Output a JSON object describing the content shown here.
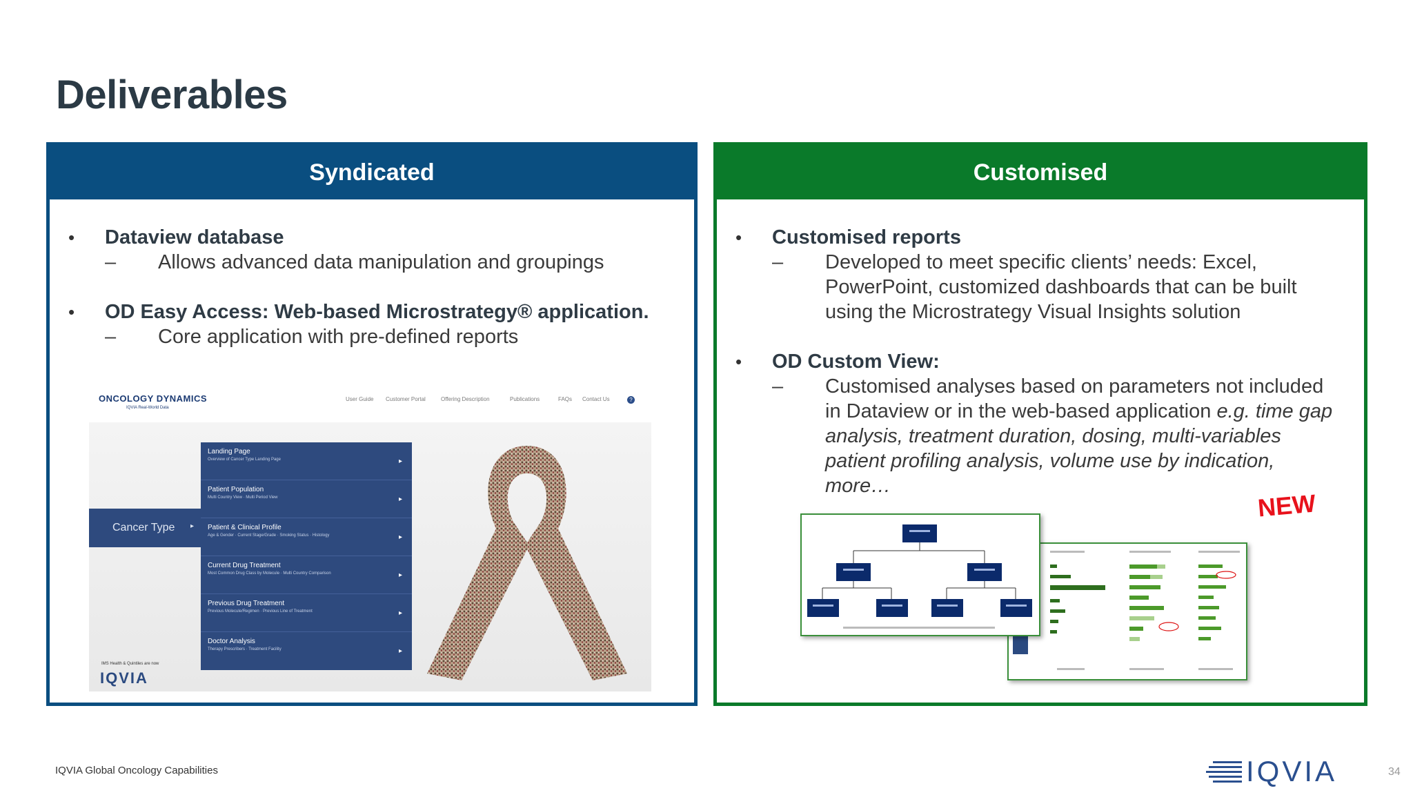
{
  "title": "Deliverables",
  "syndicated": {
    "heading": "Syndicated",
    "bullet_glyph": "•",
    "dash_glyph": "–",
    "b1": "Dataview database",
    "b1_sub": "Allows advanced data manipulation and groupings",
    "b2": "OD Easy Access: Web-based Microstrategy® application.",
    "b2_sub": "Core application with pre-defined reports"
  },
  "customised": {
    "heading": "Customised",
    "b1": "Customised reports",
    "b1_sub": [
      "Developed to meet specific clients’ needs: Excel,",
      "PowerPoint, customized dashboards that can be built",
      "using the Microstrategy Visual Insights solution"
    ],
    "b2": "OD Custom View:",
    "b2_sub_plain": [
      "Customised analyses based on parameters not included",
      "in Dataview or in the web-based application "
    ],
    "b2_sub_italic": [
      "e.g. time gap",
      "analysis, treatment duration, dosing, multi-variables",
      "patient profiling analysis, volume use by indication,",
      "more…"
    ],
    "new_badge": "NEW"
  },
  "od_screenshot": {
    "logo": "ONCOLOGY DYNAMICS",
    "logo_sub": "IQVIA Real-World Data",
    "nav": [
      "User Guide",
      "Customer Portal",
      "Offering Description",
      "Publications",
      "FAQs",
      "Contact Us"
    ],
    "help": "?",
    "cancer_type": "Cancer Type",
    "arrow": "▸",
    "menu": [
      {
        "title": "Landing Page",
        "sub": "Overview of Cancer Type Landing Page"
      },
      {
        "title": "Patient Population",
        "sub": "Multi Country View · Multi Period View"
      },
      {
        "title": "Patient & Clinical Profile",
        "sub": "Age & Gender · Current Stage/Grade · Smoking Status · Histology"
      },
      {
        "title": "Current Drug Treatment",
        "sub": "Most Common Drug Class by Molecule · Multi Country Comparison"
      },
      {
        "title": "Previous Drug Treatment",
        "sub": "Previous Molecule/Regimen · Previous Line of Treatment"
      },
      {
        "title": "Doctor Analysis",
        "sub": "Therapy Prescribers · Treatment Facility"
      }
    ],
    "footer_note": "IMS Health & Quintiles are now",
    "iqvia": "IQVIA"
  },
  "footer": {
    "left": "IQVIA Global Oncology Capabilities",
    "logo": "IQVIA",
    "page": "34"
  },
  "colors": {
    "syndicated": "#0a4e80",
    "customised": "#0a7a2a",
    "new": "#e8121c"
  }
}
